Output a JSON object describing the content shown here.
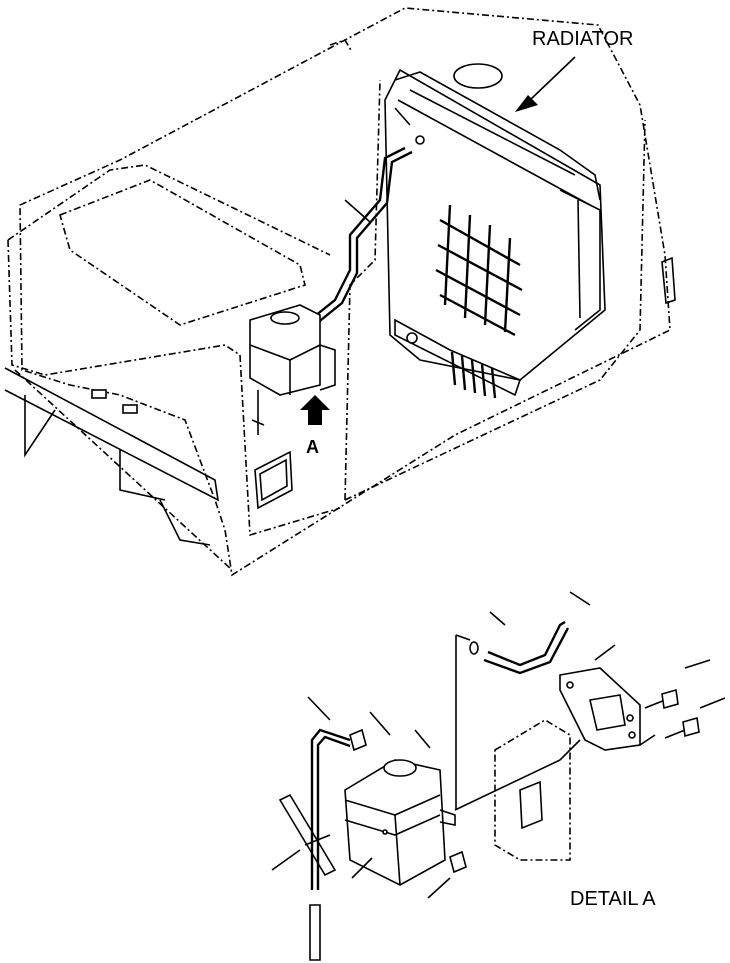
{
  "labels": {
    "radiator": "RADIATOR",
    "view_marker": "A",
    "detail": "DETAIL A"
  }
}
